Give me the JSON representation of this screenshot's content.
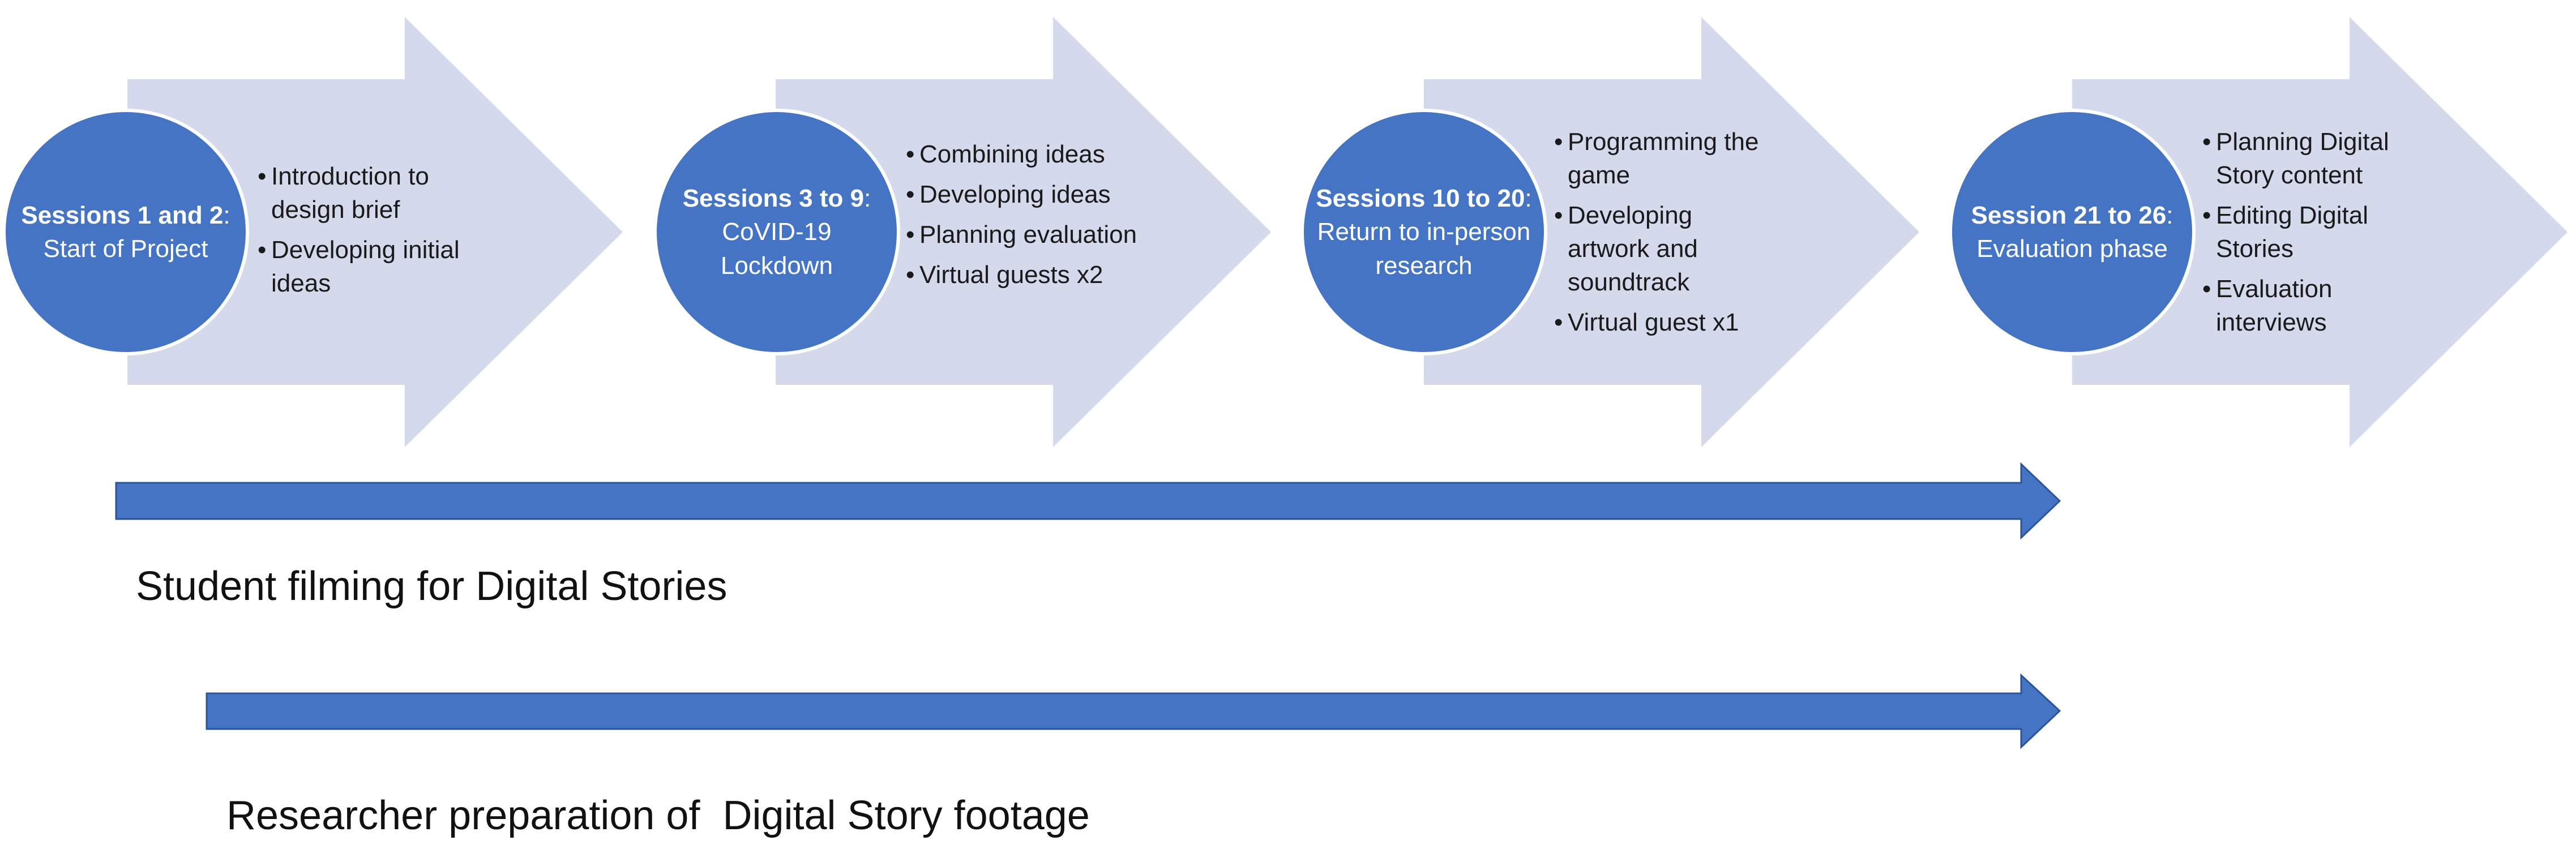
{
  "colors": {
    "chevron_fill": "#d5d9ec",
    "circle_fill": "#4574c4",
    "circle_stroke": "#ffffff",
    "track_arrow_fill": "#4574c4",
    "track_arrow_stroke": "#2d5596",
    "circle_text": "#ffffff",
    "body_text": "#1a1a1a"
  },
  "stages": [
    {
      "title_bold": "Sessions 1 and 2",
      "title_rest": ": Start of Project",
      "bullets": [
        "Introduction to design brief",
        "Developing initial ideas"
      ]
    },
    {
      "title_bold": "Sessions 3 to 9",
      "title_rest": ": CoVID-19 Lockdown",
      "bullets": [
        "Combining ideas",
        "Developing ideas",
        "Planning evaluation",
        "Virtual guests x2"
      ]
    },
    {
      "title_bold": "Sessions 10 to 20",
      "title_rest": ": Return to in-person research",
      "bullets": [
        "Programming the game",
        "Developing artwork and soundtrack",
        "Virtual guest x1"
      ]
    },
    {
      "title_bold": "Session 21 to 26",
      "title_rest": ": Evaluation phase",
      "bullets": [
        "Planning Digital Story content",
        "Editing Digital Stories",
        "Evaluation interviews"
      ]
    }
  ],
  "tracks": [
    {
      "label": "Student filming for Digital Stories"
    },
    {
      "label": "Researcher preparation of  Digital Story footage"
    }
  ]
}
